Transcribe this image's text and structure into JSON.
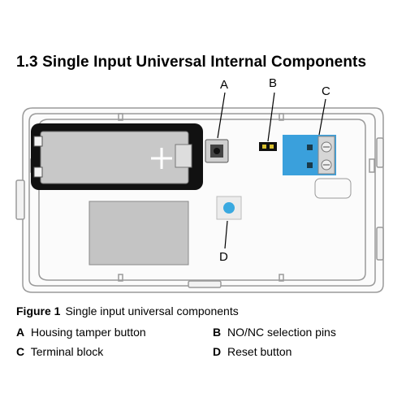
{
  "section": {
    "title": "1.3 Single Input Universal Internal Components"
  },
  "callouts": {
    "a": "A",
    "b": "B",
    "c": "C",
    "d": "D"
  },
  "figure": {
    "label": "Figure 1",
    "caption": "Single input universal components"
  },
  "legend": [
    {
      "key": "A",
      "text": "Housing tamper button"
    },
    {
      "key": "B",
      "text": "NO/NC selection pins"
    },
    {
      "key": "C",
      "text": "Terminal block"
    },
    {
      "key": "D",
      "text": "Reset button"
    }
  ],
  "colors": {
    "housing_outline": "#9a9a9a",
    "battery_body": "#c8c8c8",
    "terminal_block": "#3aa0dc",
    "reset_button": "#3aa9e0",
    "pcb_pad": "#c4c4c4"
  },
  "icons": {
    "battery_plus": "plus-sign"
  }
}
